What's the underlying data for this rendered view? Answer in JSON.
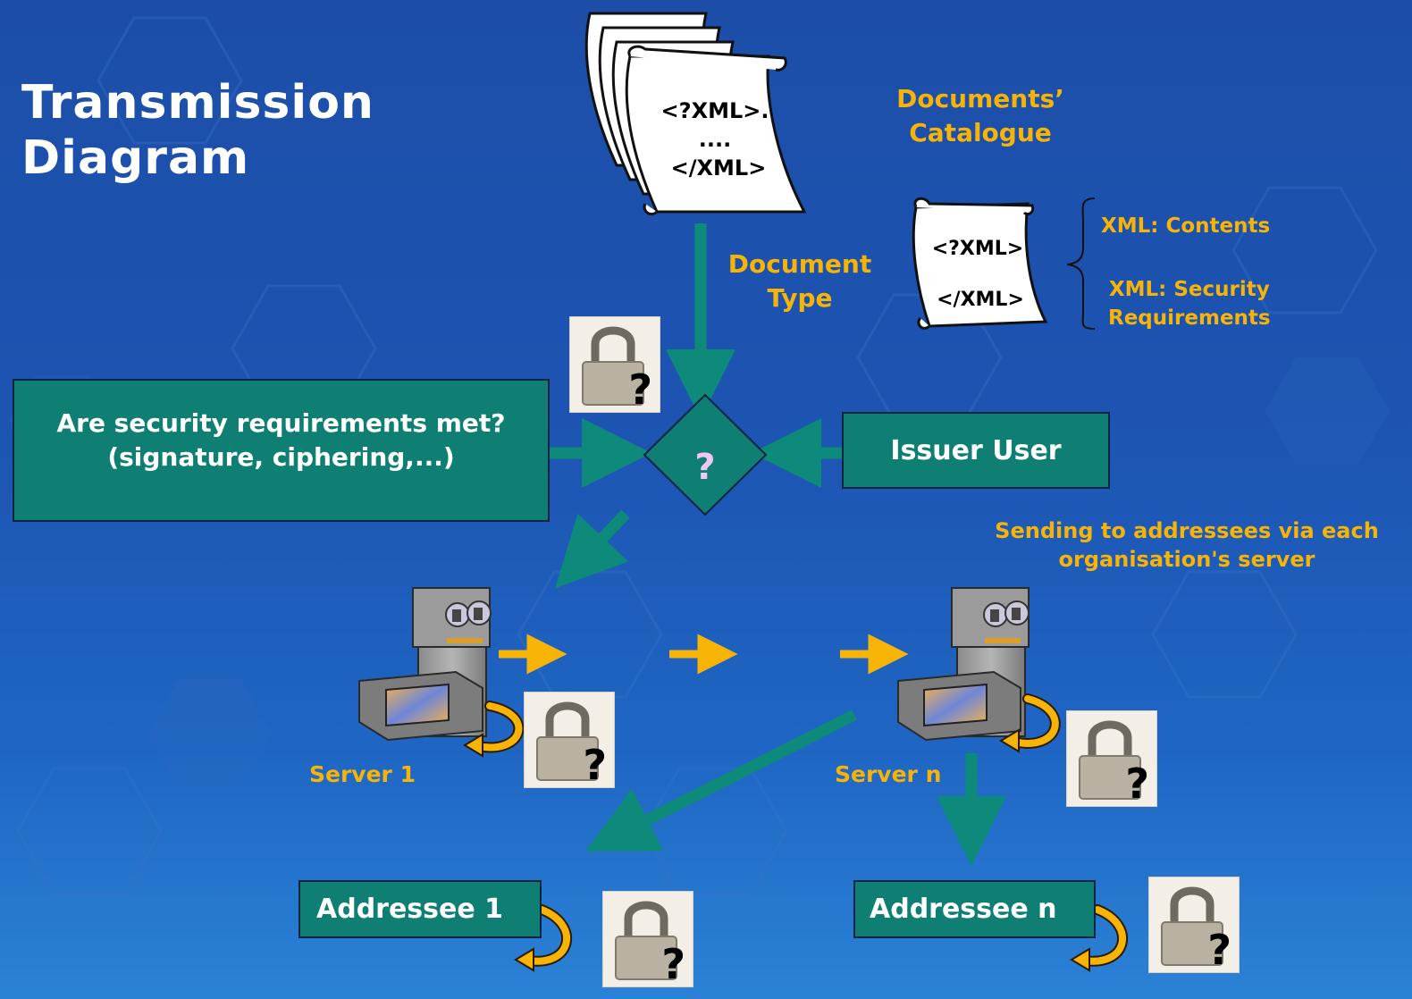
{
  "title": {
    "line1": "Transmission",
    "line2": "Diagram"
  },
  "catalogue": {
    "line1": "Documents’",
    "line2": "Catalogue"
  },
  "big_scroll": {
    "line1": "<?XML>.",
    "line2": "....",
    "line3": "</XML>"
  },
  "small_scroll": {
    "line1": "<?XML>",
    "line2": "</XML>"
  },
  "brace_labels": {
    "contents": "XML: Contents",
    "security_line1": "XML: Security",
    "security_line2": "Requirements"
  },
  "document_type": {
    "line1": "Document",
    "line2": "Type"
  },
  "question_box": {
    "line1": "Are security requirements met?",
    "line2": "(signature, ciphering,...)"
  },
  "decision": {
    "symbol": "?"
  },
  "issuer_box": {
    "label": "Issuer User"
  },
  "sending_note": {
    "line1": "Sending to addressees via each",
    "line2": "organisation's server"
  },
  "server1": {
    "label": "Server 1"
  },
  "servern": {
    "label": "Server n"
  },
  "addressee1": {
    "label": "Addressee 1"
  },
  "addresseen": {
    "label": "Addressee n"
  },
  "lock_badge": {
    "symbol": "?"
  },
  "colors": {
    "accent_yellow": "#f7b407",
    "box_teal": "#0f7f74",
    "arrow_teal": "#0e8a7a",
    "background_blue": "#1c4ea8"
  },
  "icons": [
    "scroll-icon",
    "padlock-icon",
    "server-icon",
    "curved-arrow-icon",
    "decision-diamond"
  ]
}
